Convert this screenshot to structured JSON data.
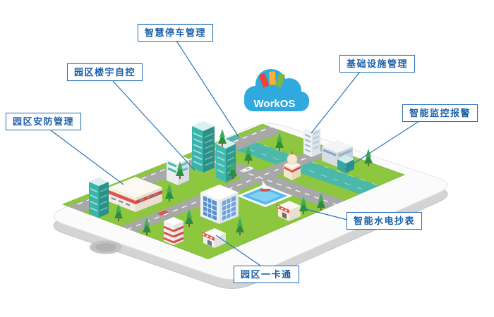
{
  "diagram": {
    "cloud_label": "WorkOS"
  },
  "labels": {
    "smart_parking": "智慧停车管理",
    "building_automation": "园区楼宇自控",
    "campus_security": "园区安防管理",
    "infrastructure": "基础设施管理",
    "monitoring_alarm": "智能监控报警",
    "utility_metering": "智能水电抄表",
    "campus_onecard": "园区一卡通"
  },
  "colors": {
    "label_border": "#2e74b5",
    "label_text": "#1b5faa",
    "leader_line": "#2e74b5",
    "cloud_blue": "#2fa9de",
    "grass_green": "#8dc63f",
    "river_teal": "#4cb8ac",
    "road_gray": "#a8a8a8",
    "building_teal": "#3ab3aa",
    "accent_red": "#e0534a",
    "logo_red": "#e8473a",
    "logo_yellow": "#f9b233",
    "logo_green": "#7ab648"
  }
}
